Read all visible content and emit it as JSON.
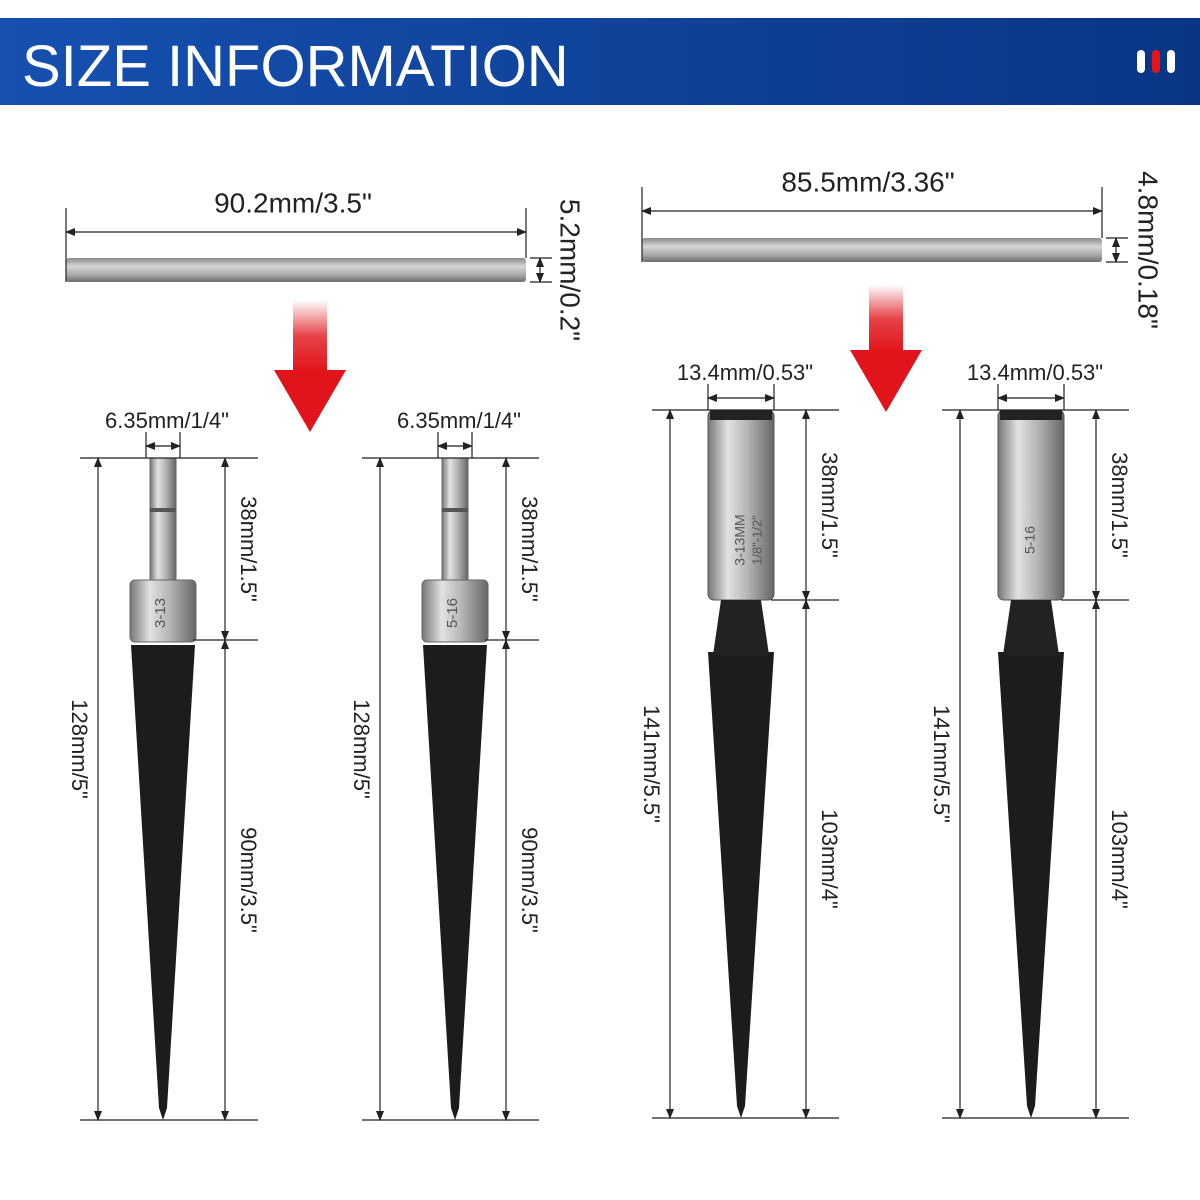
{
  "header": {
    "title": "SIZE INFORMATION",
    "background": "#0f3d8f",
    "logo_icon": "three-bars-logo-icon",
    "logo_colors": [
      "#ffffff",
      "#e8141c",
      "#ffffff"
    ]
  },
  "rods": [
    {
      "length": "90.2mm/3.5\"",
      "diameter": "5.2mm/0.2\""
    },
    {
      "length": "85.5mm/3.36\"",
      "diameter": "4.8mm/0.18\""
    }
  ],
  "arrow_color": "#e0141a",
  "tools": [
    {
      "type": "hex",
      "shank_width": "6.35mm/1/4\"",
      "total": "128mm/5\"",
      "shank": "38mm/1.5\"",
      "flute": "90mm/3.5\"",
      "marking": "3-13"
    },
    {
      "type": "hex",
      "shank_width": "6.35mm/1/4\"",
      "total": "128mm/5\"",
      "shank": "38mm/1.5\"",
      "flute": "90mm/3.5\"",
      "marking": "5-16"
    },
    {
      "type": "round",
      "shank_width": "13.4mm/0.53\"",
      "total": "141mm/5.5\"",
      "shank": "38mm/1.5\"",
      "flute": "103mm/4\"",
      "marking": "3-13MM",
      "marking2": "1/8\"-1/2\""
    },
    {
      "type": "round",
      "shank_width": "13.4mm/0.53\"",
      "total": "141mm/5.5\"",
      "shank": "38mm/1.5\"",
      "flute": "103mm/4\"",
      "marking": "5-16"
    }
  ]
}
